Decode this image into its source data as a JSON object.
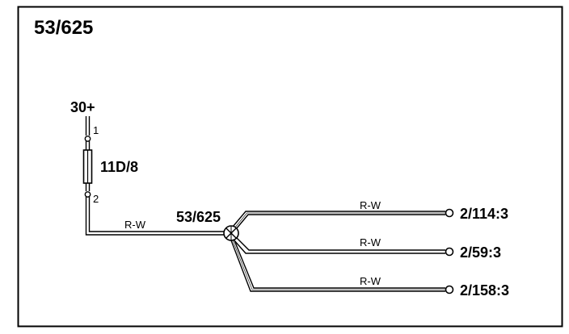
{
  "diagram": {
    "title": "53/625",
    "supply": {
      "label": "30+"
    },
    "fuse": {
      "label": "11D/8",
      "pin_top": "1",
      "pin_bottom": "2"
    },
    "feed_wire": {
      "color_code": "R-W"
    },
    "splice": {
      "label": "53/625"
    },
    "branches": [
      {
        "wire_label": "R-W",
        "terminal": "2/114:3"
      },
      {
        "wire_label": "R-W",
        "terminal": "2/59:3"
      },
      {
        "wire_label": "R-W",
        "terminal": "2/158:3"
      }
    ],
    "colors": {
      "line": "#000000",
      "background": "#ffffff"
    }
  }
}
